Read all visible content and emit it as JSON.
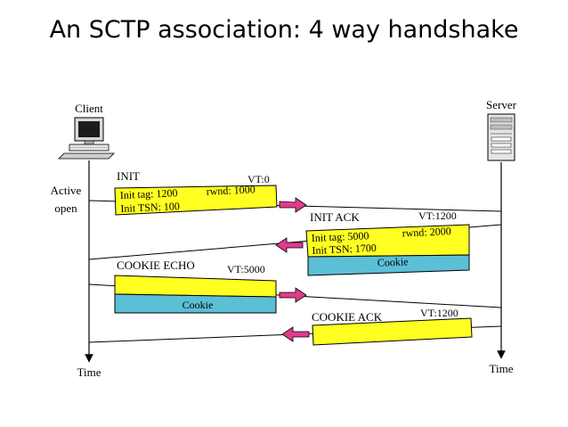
{
  "title": "An SCTP association: 4 way handshake",
  "actors": {
    "client": "Client",
    "server": "Server",
    "client_time": "Time",
    "server_time": "Time",
    "client_state": [
      "Active",
      "open"
    ]
  },
  "messages": [
    {
      "name": "INIT",
      "vt": "VT:0",
      "fields": [
        "Init tag: 1200",
        "rwnd: 1000",
        "Init TSN: 100"
      ],
      "direction": "client-to-server"
    },
    {
      "name": "INIT ACK",
      "vt": "VT:1200",
      "fields": [
        "Init tag: 5000",
        "rwnd: 2000",
        "Init TSN: 1700"
      ],
      "cookie": "Cookie",
      "direction": "server-to-client"
    },
    {
      "name": "COOKIE ECHO",
      "vt": "VT:5000",
      "cookie": "Cookie",
      "direction": "client-to-server"
    },
    {
      "name": "COOKIE ACK",
      "vt": "VT:1200",
      "direction": "server-to-client"
    }
  ],
  "colors": {
    "packet": "#ffff22",
    "cookie": "#5bbfd6",
    "arrow": "#e23a8f",
    "line": "#000000"
  },
  "icons": {
    "client": "computer-icon",
    "server": "server-icon"
  }
}
